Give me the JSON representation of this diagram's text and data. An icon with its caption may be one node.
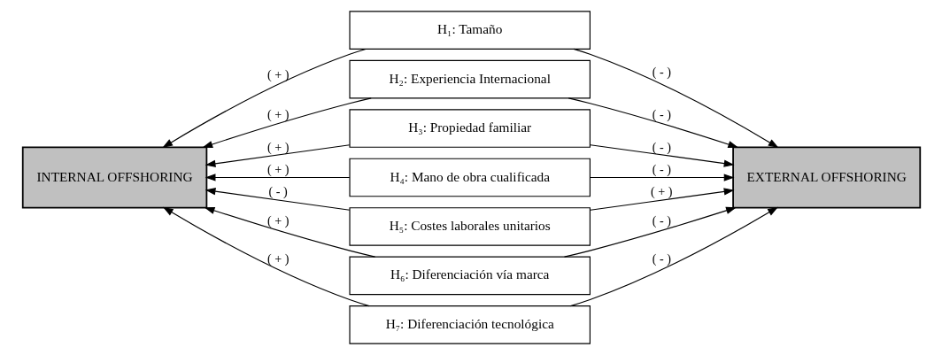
{
  "diagram": {
    "nodes": [
      {
        "text": [
          "INTERNAL OFFSHORING"
        ]
      },
      {
        "text": [
          "EXTERNAL OFFSHORING"
        ]
      },
      {
        "text": [
          "H₁: Tamaño"
        ]
      },
      {
        "text": [
          "H₂: Experiencia Internacional"
        ]
      },
      {
        "text": [
          "H₃: Propiedad familiar"
        ]
      },
      {
        "text": [
          "H₄: Mano de obra cualificada"
        ]
      },
      {
        "text": [
          "H₅: Costes laborales unitarios"
        ]
      },
      {
        "text": [
          "H₆: Diferenciación vía marca"
        ]
      },
      {
        "text": [
          "H₇: Diferenciación tecnológica"
        ]
      }
    ],
    "edges": [
      {
        "from": 2,
        "to": 0,
        "arrow": "to",
        "label": "( + )"
      },
      {
        "from": 2,
        "to": 1,
        "arrow": "to",
        "label": "( - )"
      },
      {
        "from": 3,
        "to": 0,
        "arrow": "to",
        "label": "( + )"
      },
      {
        "from": 3,
        "to": 1,
        "arrow": "to",
        "label": "( - )"
      },
      {
        "from": 4,
        "to": 0,
        "arrow": "to",
        "label": "( + )"
      },
      {
        "from": 4,
        "to": 1,
        "arrow": "to",
        "label": "( - )"
      },
      {
        "from": 5,
        "to": 0,
        "arrow": "to",
        "label": "( + )"
      },
      {
        "from": 5,
        "to": 1,
        "arrow": "to",
        "label": "( - )"
      },
      {
        "from": 6,
        "to": 0,
        "arrow": "to",
        "label": "( - )"
      },
      {
        "from": 6,
        "to": 1,
        "arrow": "to",
        "label": "( + )"
      },
      {
        "from": 7,
        "to": 0,
        "arrow": "to",
        "label": "( + )"
      },
      {
        "from": 7,
        "to": 1,
        "arrow": "to",
        "label": "( - )"
      },
      {
        "from": 8,
        "to": 0,
        "arrow": "to",
        "label": "( + )"
      },
      {
        "from": 8,
        "to": 1,
        "arrow": "to",
        "label": "( - )"
      }
    ]
  }
}
